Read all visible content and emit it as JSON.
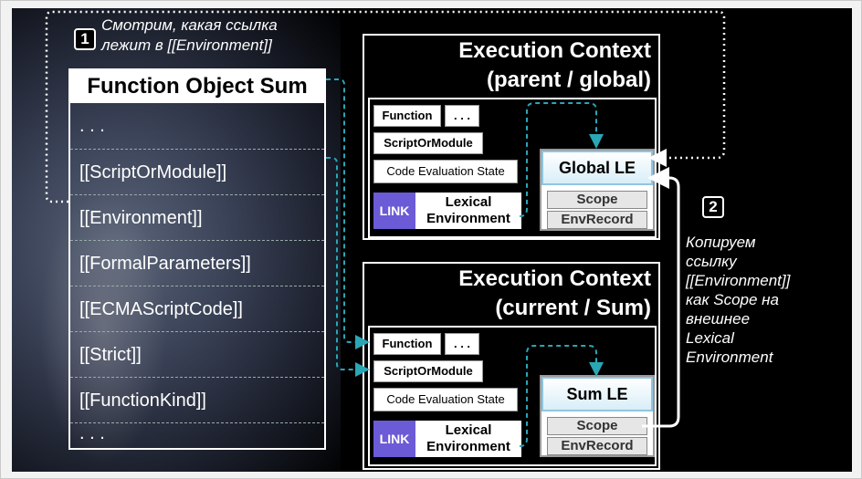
{
  "note1": {
    "number": "1",
    "line1": "Смотрим, какая ссылка",
    "line2": "лежит в [[Environment]]"
  },
  "note2": {
    "number": "2",
    "lines": [
      "Копируем",
      "ссылку",
      "[[Environment]]",
      "как Scope на",
      "внешнее",
      "Lexical",
      "Environment"
    ]
  },
  "function_object": {
    "title": "Function Object Sum",
    "rows": [
      ". . .",
      "[[ScriptOrModule]]",
      "[[Environment]]",
      "[[FormalParameters]]",
      "[[ECMAScriptCode]]",
      "[[Strict]]",
      "[[FunctionKind]]",
      ". . ."
    ]
  },
  "ec_parent": {
    "title_line1": "Execution Context",
    "title_line2": "(parent / global)",
    "function_label": "Function",
    "dots_label": ". . .",
    "script_label": "ScriptOrModule",
    "code_eval_label": "Code Evaluation State",
    "link_label": "LINK",
    "lex_env_line1": "Lexical",
    "lex_env_line2": "Environment",
    "le_title": "Global LE",
    "scope_label": "Scope",
    "envrecord_label": "EnvRecord"
  },
  "ec_current": {
    "title_line1": "Execution Context",
    "title_line2": "(current / Sum)",
    "function_label": "Function",
    "dots_label": ". . .",
    "script_label": "ScriptOrModule",
    "code_eval_label": "Code Evaluation State",
    "link_label": "LINK",
    "lex_env_line1": "Lexical",
    "lex_env_line2": "Environment",
    "le_title": "Sum LE",
    "scope_label": "Scope",
    "envrecord_label": "EnvRecord"
  },
  "colors": {
    "background": "#000000",
    "arrow_teal": "#2aa6b5",
    "link_purple": "#6b5bd6",
    "le_border": "#8fc6e0"
  }
}
